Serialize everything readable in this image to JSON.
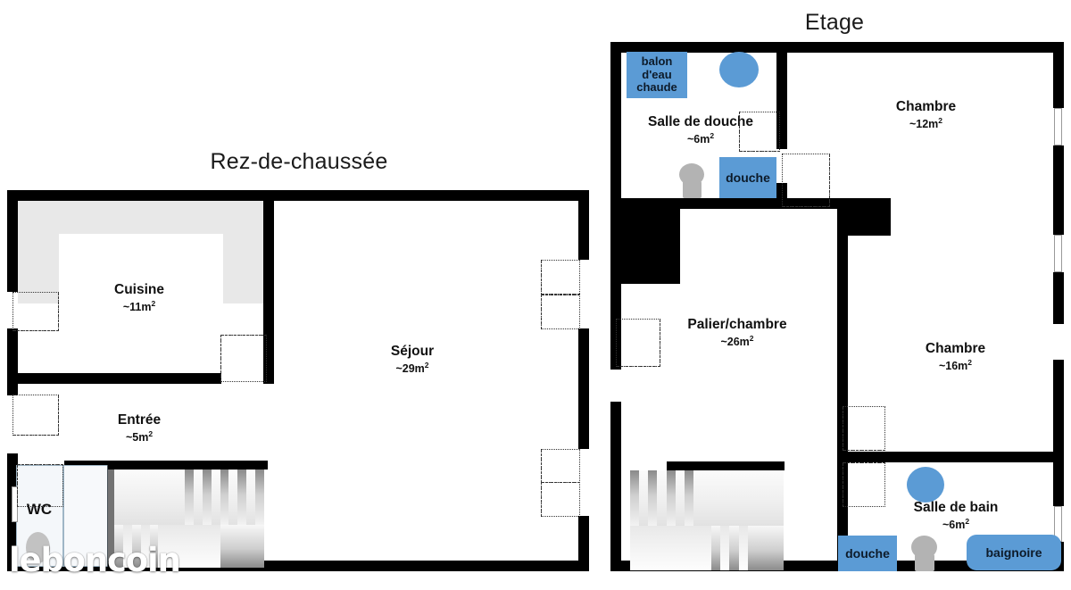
{
  "document": {
    "type": "floor-plan",
    "watermark": "leboncoin",
    "accent_blue": "#5B9BD5",
    "wall_color": "#000000",
    "counter_color": "#E8E8E8"
  },
  "floors": [
    {
      "id": "ground",
      "title": "Rez-de-chaussée",
      "rooms": [
        {
          "name": "Cuisine",
          "area": "~11m",
          "unit": "2"
        },
        {
          "name": "Séjour",
          "area": "~29m",
          "unit": "2"
        },
        {
          "name": "Entrée",
          "area": "~5m",
          "unit": "2"
        },
        {
          "name": "WC",
          "area": "",
          "unit": ""
        }
      ],
      "fixtures": [
        {
          "label": "WC",
          "kind": "toilet"
        }
      ]
    },
    {
      "id": "upper",
      "title": "Etage",
      "rooms": [
        {
          "name": "Salle de douche",
          "area": "~6m",
          "unit": "2"
        },
        {
          "name": "Chambre",
          "area": "~12m",
          "unit": "2"
        },
        {
          "name": "Palier/chambre",
          "area": "~26m",
          "unit": "2"
        },
        {
          "name": "Chambre",
          "area": "~16m",
          "unit": "2"
        },
        {
          "name": "Salle de bain",
          "area": "~6m",
          "unit": "2"
        }
      ],
      "fixtures": [
        {
          "label": "balon d'eau chaude",
          "kind": "water-heater"
        },
        {
          "label": "douche",
          "kind": "shower"
        },
        {
          "label": "douche",
          "kind": "shower"
        },
        {
          "label": "baignoire",
          "kind": "bathtub"
        }
      ]
    }
  ],
  "labels": {
    "ground_title": "Rez-de-chaussée",
    "upper_title": "Etage",
    "cuisine": "Cuisine",
    "cuisine_area": "~11m",
    "sejour": "Séjour",
    "sejour_area": "~29m",
    "entree": "Entrée",
    "entree_area": "~5m",
    "wc": "WC",
    "salle_de_douche": "Salle de douche",
    "salle_de_douche_area": "~6m",
    "chambre12": "Chambre",
    "chambre12_area": "~12m",
    "palier": "Palier/chambre",
    "palier_area": "~26m",
    "chambre16": "Chambre",
    "chambre16_area": "~16m",
    "salle_de_bain": "Salle de bain",
    "salle_de_bain_area": "~6m",
    "ballon": "balon d'eau chaude",
    "ballon_l1": "balon",
    "ballon_l2": "d'eau",
    "ballon_l3": "chaude",
    "douche": "douche",
    "baignoire": "baignoire",
    "sup2": "2"
  }
}
